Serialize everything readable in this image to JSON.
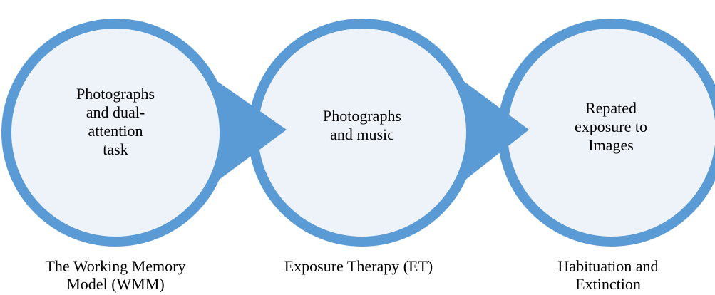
{
  "diagram": {
    "colors": {
      "circle_fill": "#eef2f9",
      "circle_stroke": "#5b9bd5",
      "arrow_fill": "#5b9bd5"
    },
    "stages": [
      {
        "circle_text": "Photographs\nand dual-\nattention\ntask",
        "caption": "The Working Memory\nModel (WMM)"
      },
      {
        "circle_text": "Photographs\nand music",
        "caption": "Exposure Therapy (ET)"
      },
      {
        "circle_text": "Repated\nexposure to\nImages",
        "caption": "Habituation and\nExtinction"
      }
    ]
  }
}
